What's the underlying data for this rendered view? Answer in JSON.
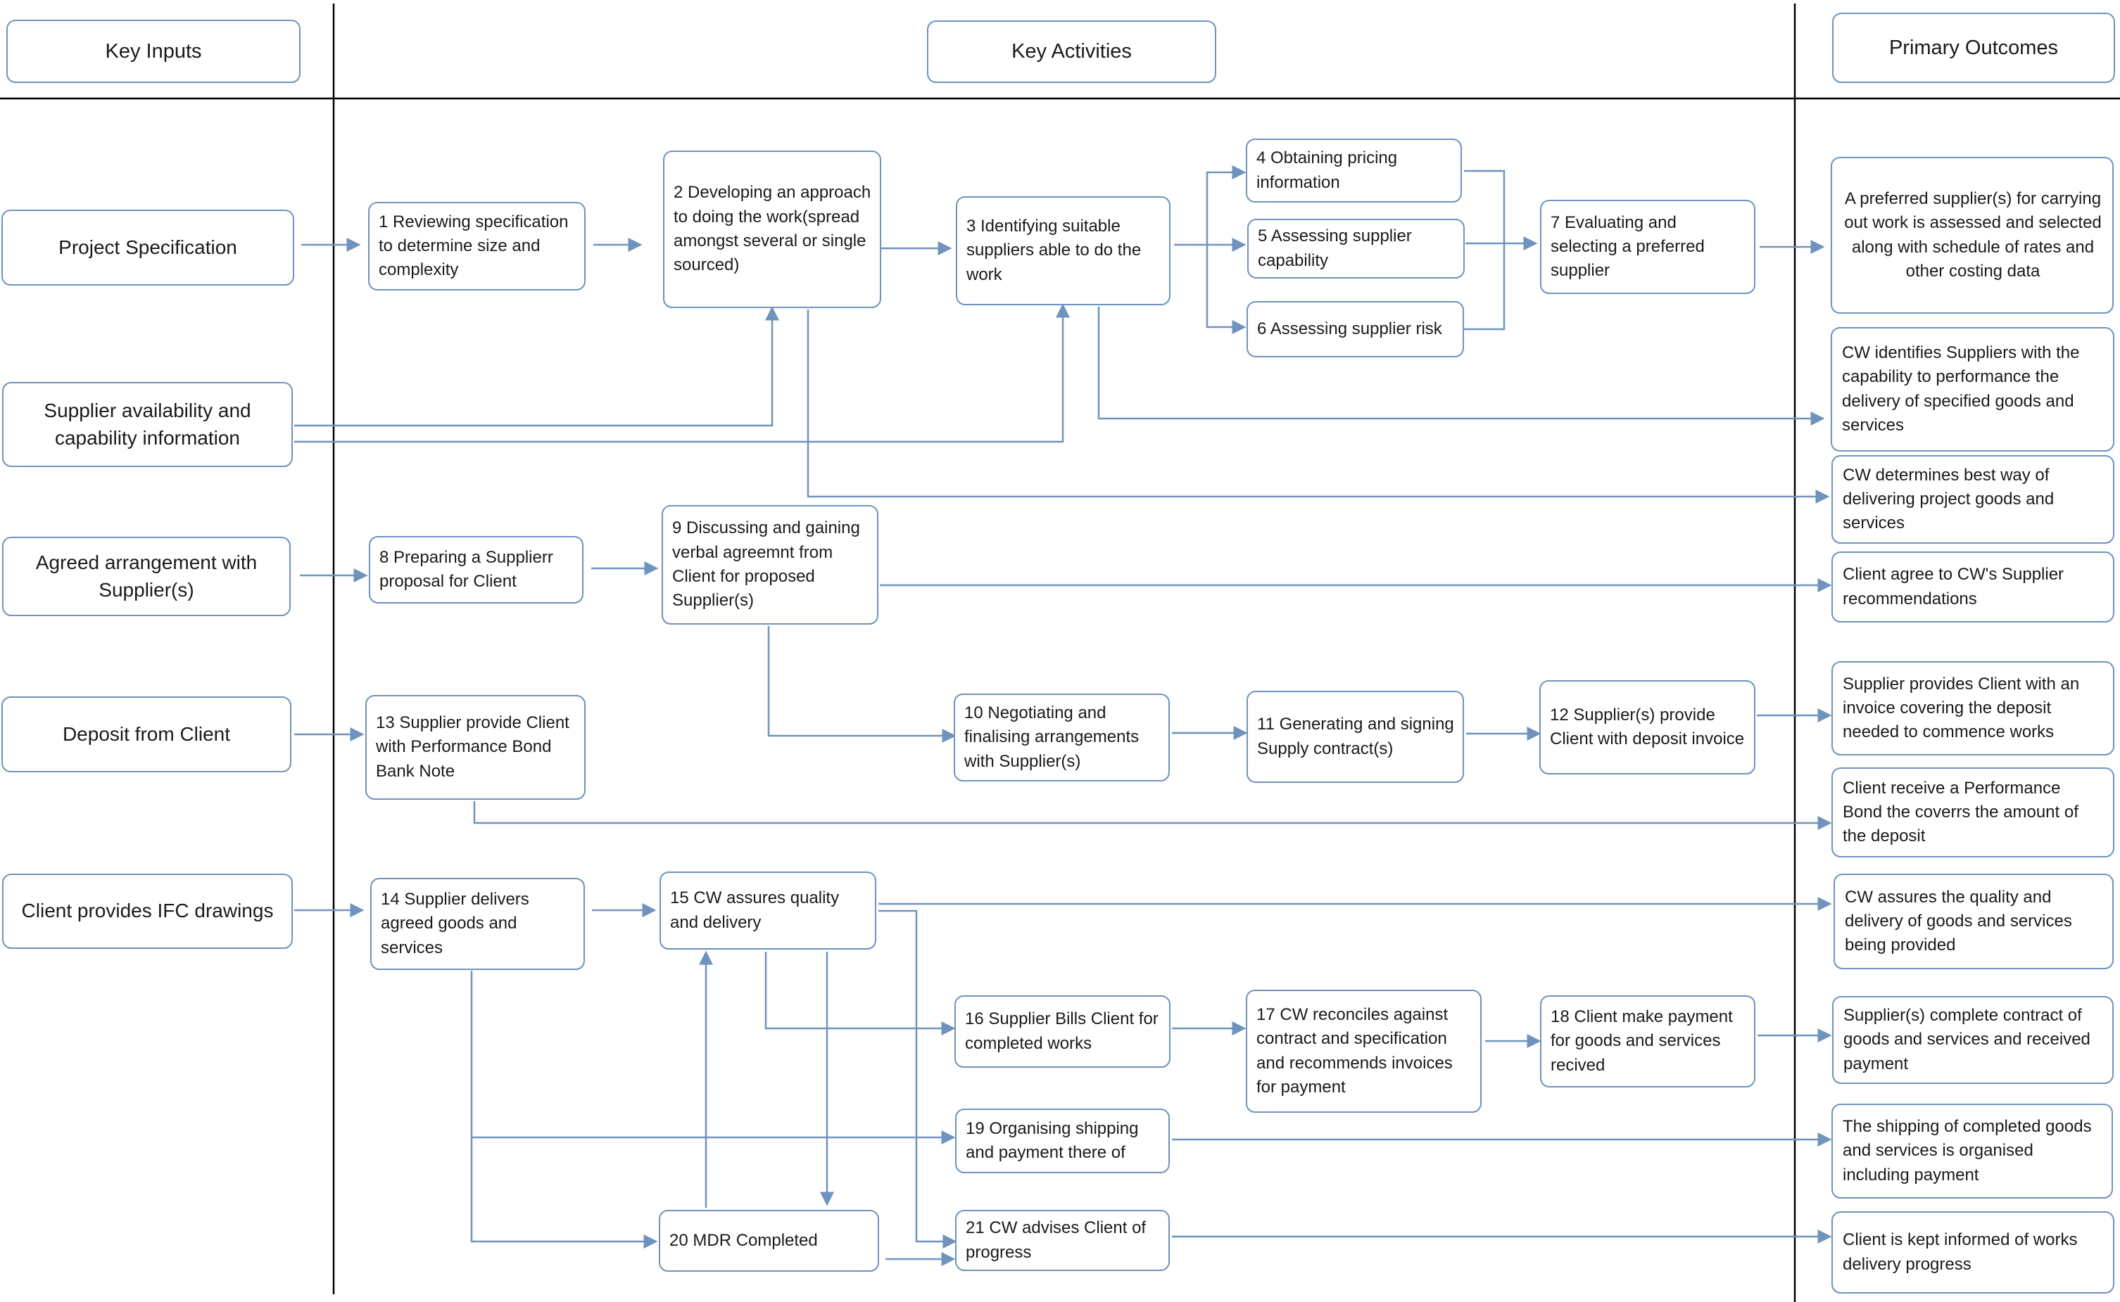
{
  "headers": {
    "inputs": "Key Inputs",
    "activities": "Key Activities",
    "outcomes": "Primary Outcomes"
  },
  "inputs": [
    "Project Specification",
    "Supplier availability and capability information",
    "Agreed arrangement with Supplier(s)",
    "Deposit from Client",
    "Client provides IFC drawings"
  ],
  "activities": [
    "1 Reviewing specification to determine size and complexity",
    "2 Developing an approach to doing the work(spread amongst several or single sourced)",
    "3 Identifying suitable suppliers able to do the work",
    "4 Obtaining pricing information",
    "5 Assessing supplier capability",
    "6 Assessing supplier risk",
    "7 Evaluating and selecting a preferred supplier",
    "8 Preparing a Supplierr proposal for Client",
    "9 Discussing and gaining verbal agreemnt from Client for proposed Supplier(s)",
    "10 Negotiating and finalising arrangements with Supplier(s)",
    "11 Generating and signing Supply contract(s)",
    "12 Supplier(s) provide Client with deposit invoice",
    "13 Supplier provide Client with Performance Bond Bank Note",
    "14 Supplier delivers agreed goods and services",
    "15 CW assures quality and delivery",
    "16 Supplier Bills Client for completed works",
    "17 CW reconciles against contract and specification and recommends invoices for payment",
    "18 Client make payment for goods and services recived",
    "19 Organising shipping and payment there of",
    "20 MDR Completed",
    "21 CW advises Client of progress"
  ],
  "outcomes": [
    "A preferred supplier(s) for carrying out work is assessed and selected along with schedule of rates and other costing data",
    "CW identifies Suppliers with the capability to performance the delivery of specified goods and services",
    "CW determines best way of delivering project goods and services",
    "Client agree to CW's Supplier recommendations",
    "Supplier provides Client with an invoice covering the deposit needed to commence works",
    "Client receive a Performance Bond the coverrs the amount of the deposit",
    "CW assures the quality and delivery of goods and services being provided",
    "Supplier(s) complete contract of goods and services and received payment",
    "The shipping of completed goods and services is organised including payment",
    "Client is kept informed of works delivery progress"
  ],
  "colors": {
    "box_border": "#6f93bd",
    "arrow": "#6f93bd",
    "divider": "#000000"
  }
}
